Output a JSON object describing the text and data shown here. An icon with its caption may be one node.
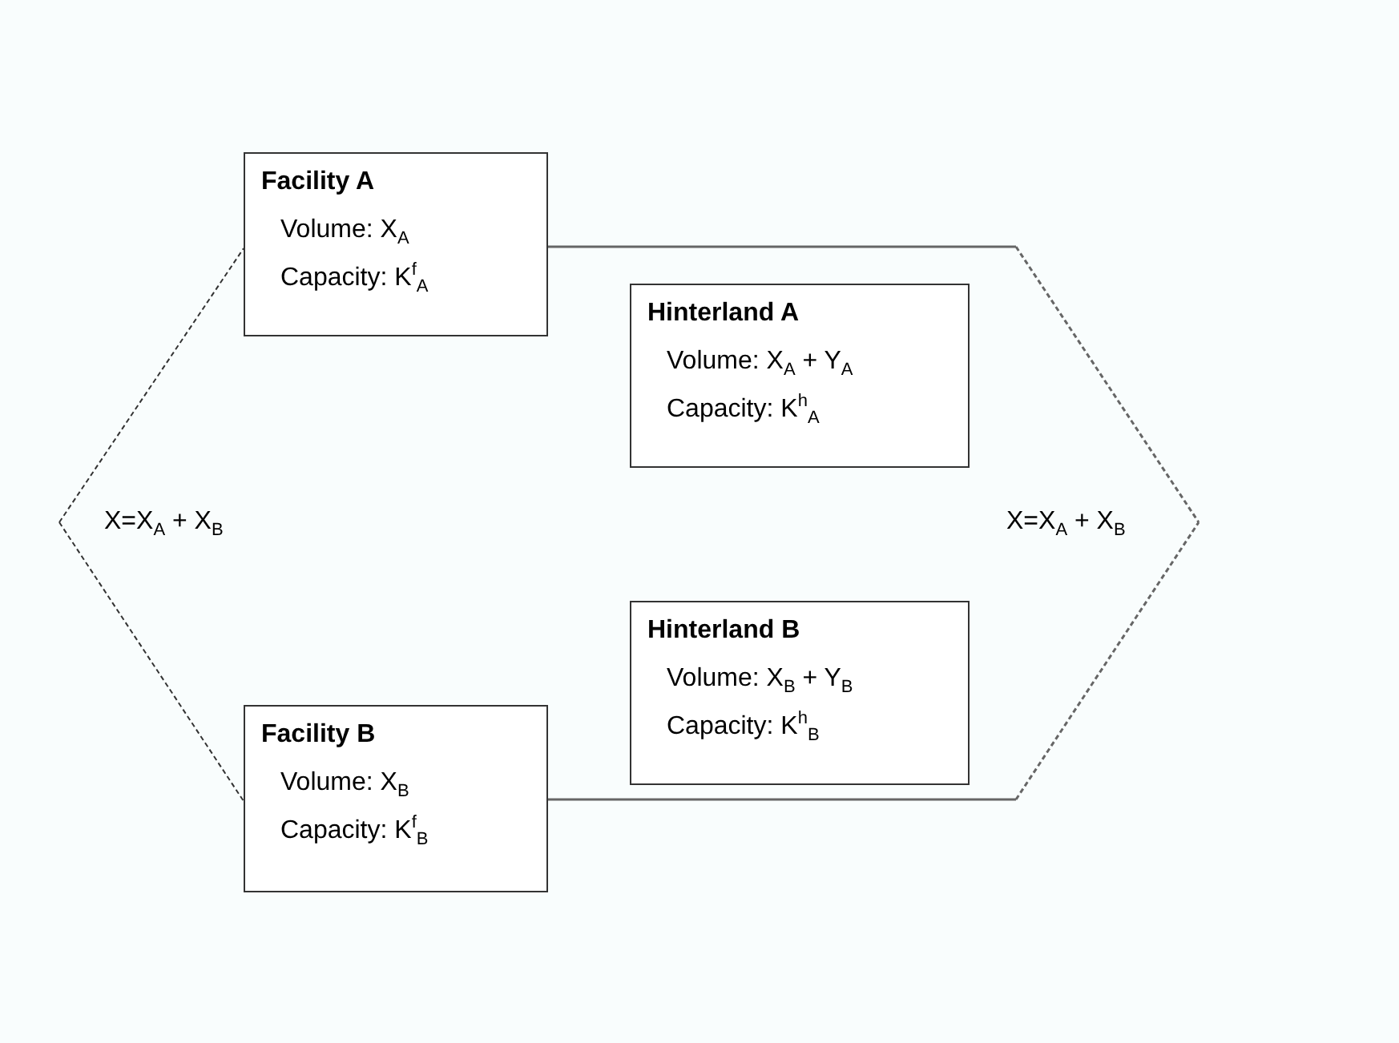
{
  "diagram": {
    "nodes": [
      {
        "text": [
          "Facility A",
          "Volume: X$_{A}$",
          "Capacity: K$^{f}$$_{A}$"
        ]
      },
      {
        "text": [
          "Hinterland A",
          "Volume: X$_{A}$ + Y$_{A}$",
          "Capacity: K$^{h}$$_{A}$"
        ]
      },
      {
        "text": [
          "X=X$_{A}$ + X$_{B}$"
        ]
      },
      {
        "text": [
          "X=X$_{A}$ + X$_{B}$"
        ]
      },
      {
        "text": [
          "Hinterland B",
          "Volume: X$_{B}$ + Y$_{B}$",
          "Capacity: K$^{h}$$_{B}$"
        ]
      },
      {
        "text": [
          "Facility B",
          "Volume: X$_{B}$",
          "Capacity: K$^{f}$$_{B}$"
        ]
      }
    ],
    "edges": [
      {
        "from": 2,
        "to": 0,
        "arrow": "none",
        "style": "dashed"
      },
      {
        "from": 2,
        "to": 5,
        "arrow": "none",
        "style": "dashed"
      },
      {
        "from": 0,
        "to": 3,
        "arrow": "none"
      },
      {
        "from": 5,
        "to": 3,
        "arrow": "none"
      }
    ]
  }
}
